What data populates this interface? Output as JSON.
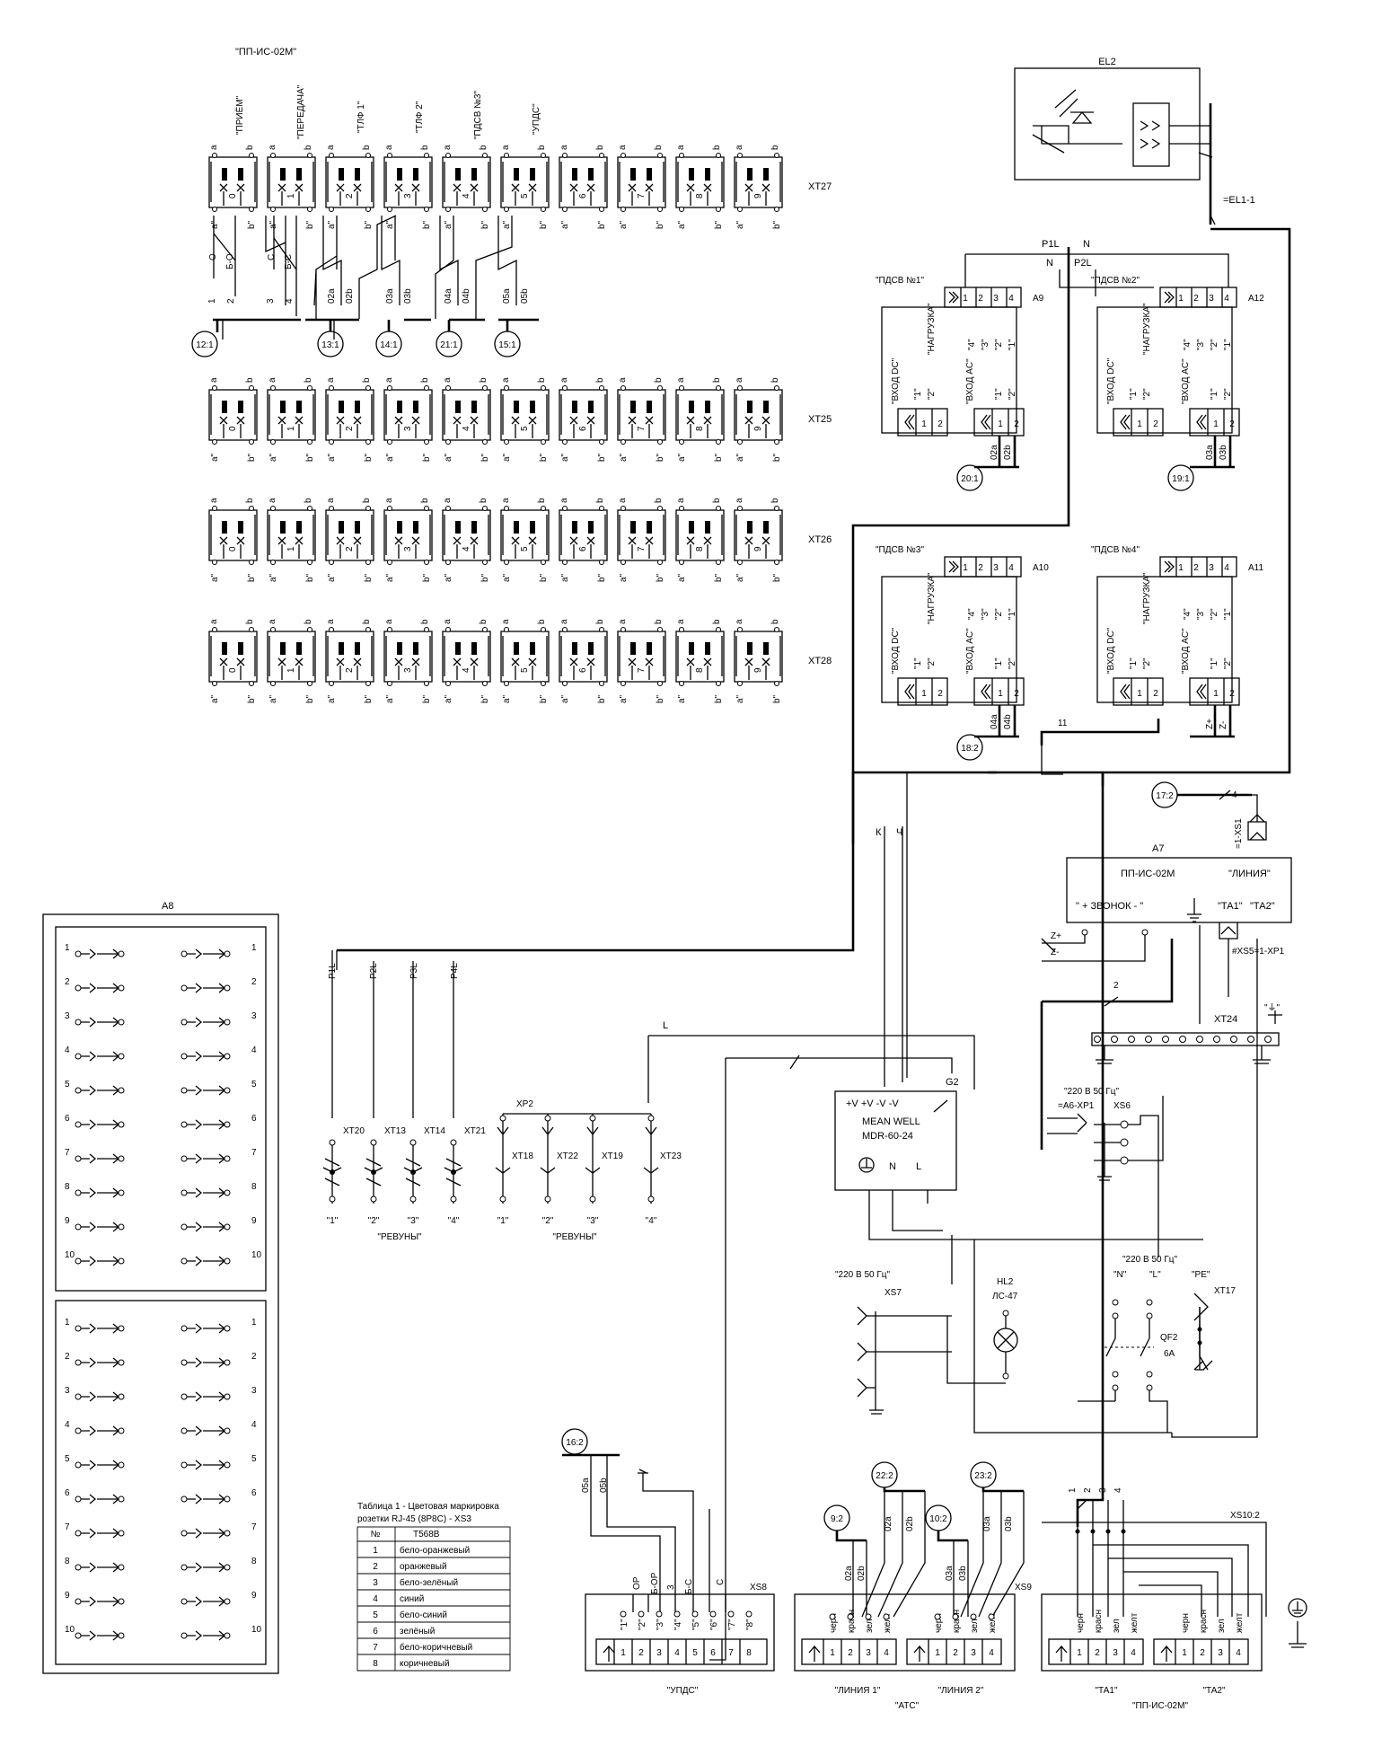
{
  "title_device": "\"ПП-ИС-02М\"",
  "top_channel_labels": [
    "\"ПРИЁМ\"",
    "\"ПЕРЕДАЧА\"",
    "\"ТЛФ 1\"",
    "\"ТЛФ 2\"",
    "\"ПДСВ №3\"",
    "\"УПДС\""
  ],
  "cross_blocks": [
    "XT27",
    "XT25",
    "XT26",
    "XT28"
  ],
  "contact_a": "a",
  "contact_b": "b",
  "contact_a2": "a\"",
  "contact_b2": "b\"",
  "pair_numbers": [
    "0",
    "1",
    "2",
    "3",
    "4",
    "5",
    "6",
    "7",
    "8",
    "9"
  ],
  "xt27_wires": {
    "w0": [
      "1",
      "2",
      "О",
      "Б-О"
    ],
    "w1": [
      "3",
      "4",
      "С",
      "Б-С"
    ],
    "w2": [
      "02a",
      "02b"
    ],
    "w3": [
      "03a",
      "03b"
    ],
    "w4": [
      "04a",
      "04b"
    ],
    "w5": [
      "05a",
      "05b"
    ]
  },
  "refs": {
    "r12": "12:1",
    "r13": "13:1",
    "r14": "14:1",
    "r21": "21:1",
    "r15": "15:1",
    "r20": "20:1",
    "r19": "19:1",
    "r18": "18:2",
    "r17": "17:2",
    "r16": "16:2",
    "r9": "9:2",
    "r22": "22:2",
    "r10": "10:2",
    "r23": "23:2"
  },
  "el2": {
    "label": "EL2",
    "cable": "=EL1-1"
  },
  "power_labels": {
    "p1l": "P1L",
    "p2l": "P2L",
    "p3l": "P3L",
    "p4l": "P4L",
    "n": "N",
    "l": "L",
    "k": "К",
    "ch": "Ч"
  },
  "pdsv": [
    {
      "title": "\"ПДСВ №1\"",
      "ref": "A9",
      "wires": [
        "02a",
        "02b"
      ]
    },
    {
      "title": "\"ПДСВ №2\"",
      "ref": "A12",
      "wires": [
        "03a",
        "03b"
      ]
    },
    {
      "title": "\"ПДСВ №3\"",
      "ref": "A10",
      "wires": [
        "04a",
        "04b"
      ]
    },
    {
      "title": "\"ПДСВ №4\"",
      "ref": "A11",
      "wires": [
        "Z+",
        "Z-"
      ]
    }
  ],
  "pdsv_labels": {
    "load": "\"НАГРУЗКА\"",
    "in_dc": "\"ВХОД DC\"",
    "in_ac": "\"ВХОД AC\"",
    "q1": "\"1\"",
    "q2": "\"2\"",
    "q3": "\"3\"",
    "q4": "\"4\"",
    "n1": "1",
    "n2": "2",
    "n3": "3",
    "n4": "4"
  },
  "wire_11": "11",
  "wire_4": "4",
  "wire_2": "2",
  "a7": {
    "ref": "A7",
    "name": "ПП-ИС-02М",
    "line": "\"ЛИНИЯ\"",
    "bell": "\" + ЗВОНОК - \"",
    "ta1": "\"ТА1\"",
    "ta2": "\"ТА2\"",
    "xs1": "=1-XS1",
    "xs5": "#XS5=1-XP1",
    "zp": "Z+",
    "zm": "Z-"
  },
  "a8": {
    "ref": "A8",
    "rows": [
      "1",
      "2",
      "3",
      "4",
      "5",
      "6",
      "7",
      "8",
      "9",
      "10"
    ]
  },
  "relays_left": {
    "xt": [
      "XT20",
      "XT13",
      "XT14",
      "XT21"
    ],
    "names": [
      "\"1\"",
      "\"2\"",
      "\"3\"",
      "\"4\""
    ],
    "group": "\"РЕВУНЫ\""
  },
  "relays_right": {
    "xp": "XP2",
    "xt": [
      "XT18",
      "XT22",
      "XT19",
      "XT23"
    ],
    "names": [
      "\"1\"",
      "\"2\"",
      "\"3\"",
      "\"4\""
    ],
    "group": "\"РЕВУНЫ\""
  },
  "g2": {
    "ref": "G2",
    "maker": "MEAN WELL",
    "model": "MDR-60-24",
    "terms": "+V +V -V -V",
    "n": "N",
    "l": "L"
  },
  "xt24": {
    "ref": "XT24",
    "pe": "\"⏚\""
  },
  "xs6": {
    "ref": "XS6",
    "title": "\"220 В 50 Гц\"",
    "sub": "=A6-XP1"
  },
  "xs7": {
    "ref": "XS7",
    "title": "\"220 В 50 Гц\""
  },
  "hl2": {
    "ref": "HL2",
    "type": "ЛС-47"
  },
  "qf2": {
    "title": "\"220 В 50 Гц\"",
    "n": "\"N\"",
    "l": "\"L\"",
    "pe": "\"PE\"",
    "ref": "QF2",
    "rating": "6A",
    "xt17": "XT17"
  },
  "table": {
    "title_1": "Таблица 1 - Цветовая маркировка",
    "title_2": "розетки RJ-45 (8P8C) - XS3",
    "head": [
      "№",
      "T568B"
    ],
    "rows": [
      [
        "1",
        "бело-оранжевый"
      ],
      [
        "2",
        "оранжевый"
      ],
      [
        "3",
        "бело-зелёный"
      ],
      [
        "4",
        "синий"
      ],
      [
        "5",
        "бело-синий"
      ],
      [
        "6",
        "зелёный"
      ],
      [
        "7",
        "бело-коричневый"
      ],
      [
        "8",
        "коричневый"
      ]
    ]
  },
  "xs8": {
    "ref": "XS8",
    "name": "\"УПДС\"",
    "wires_top": [
      "05a",
      "05b"
    ],
    "cores": [
      "ОР",
      "Б-ОР",
      "3",
      "Б-С",
      "С"
    ],
    "pins_q": [
      "\"1\"",
      "\"2\"",
      "\"3\"",
      "\"4\"",
      "\"5\"",
      "\"6\"",
      "\"7\"",
      "\"8\""
    ],
    "pins": [
      "1",
      "2",
      "3",
      "4",
      "5",
      "6",
      "7",
      "8"
    ]
  },
  "xs9": {
    "ref": "XS9",
    "line1": "\"ЛИНИЯ 1\"",
    "line2": "\"ЛИНИЯ 2\"",
    "atc": "\"АТС\"",
    "w1": [
      "02a",
      "02b",
      "02a",
      "02b"
    ],
    "w2": [
      "03a",
      "03b",
      "03a",
      "03b"
    ],
    "cores": [
      "черн",
      "красн",
      "зел",
      "желт"
    ]
  },
  "xs10": {
    "ref": "XS10:2",
    "ta1": "\"ТА1\"",
    "ta2": "\"ТА2\"",
    "name": "\"ПП-ИС-02М\"",
    "top": [
      "1",
      "2",
      "3",
      "4"
    ],
    "cores": [
      "черн",
      "красн",
      "зел",
      "желт"
    ]
  }
}
